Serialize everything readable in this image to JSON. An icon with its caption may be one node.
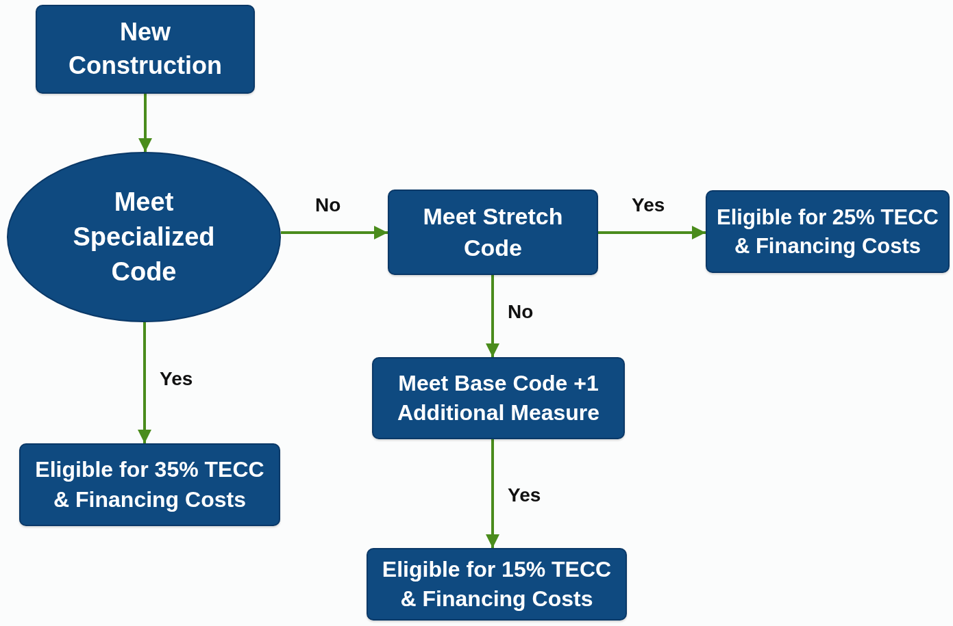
{
  "diagram": {
    "nodes": [
      {
        "text": [
          "New Construction"
        ]
      },
      {
        "text": [
          "Meet Specialized Code"
        ]
      },
      {
        "text": [
          "Meet Stretch Code"
        ]
      },
      {
        "text": [
          "Eligible for 25% TECC & Financing Costs"
        ]
      },
      {
        "text": [
          "Meet Base Code +1 Additional Measure"
        ]
      },
      {
        "text": [
          "Eligible for 35% TECC & Financing Costs"
        ]
      },
      {
        "text": [
          "Eligible for 15% TECC & Financing Costs"
        ]
      }
    ],
    "edges": [
      {
        "from": 0,
        "to": 1,
        "arrow": "to"
      },
      {
        "from": 1,
        "to": 2,
        "arrow": "to",
        "label": "No"
      },
      {
        "from": 2,
        "to": 3,
        "arrow": "to",
        "label": "Yes"
      },
      {
        "from": 1,
        "to": 5,
        "arrow": "to",
        "label": "Yes"
      },
      {
        "from": 2,
        "to": 4,
        "arrow": "to",
        "label": "No"
      },
      {
        "from": 4,
        "to": 6,
        "arrow": "to",
        "label": "Yes"
      }
    ]
  }
}
